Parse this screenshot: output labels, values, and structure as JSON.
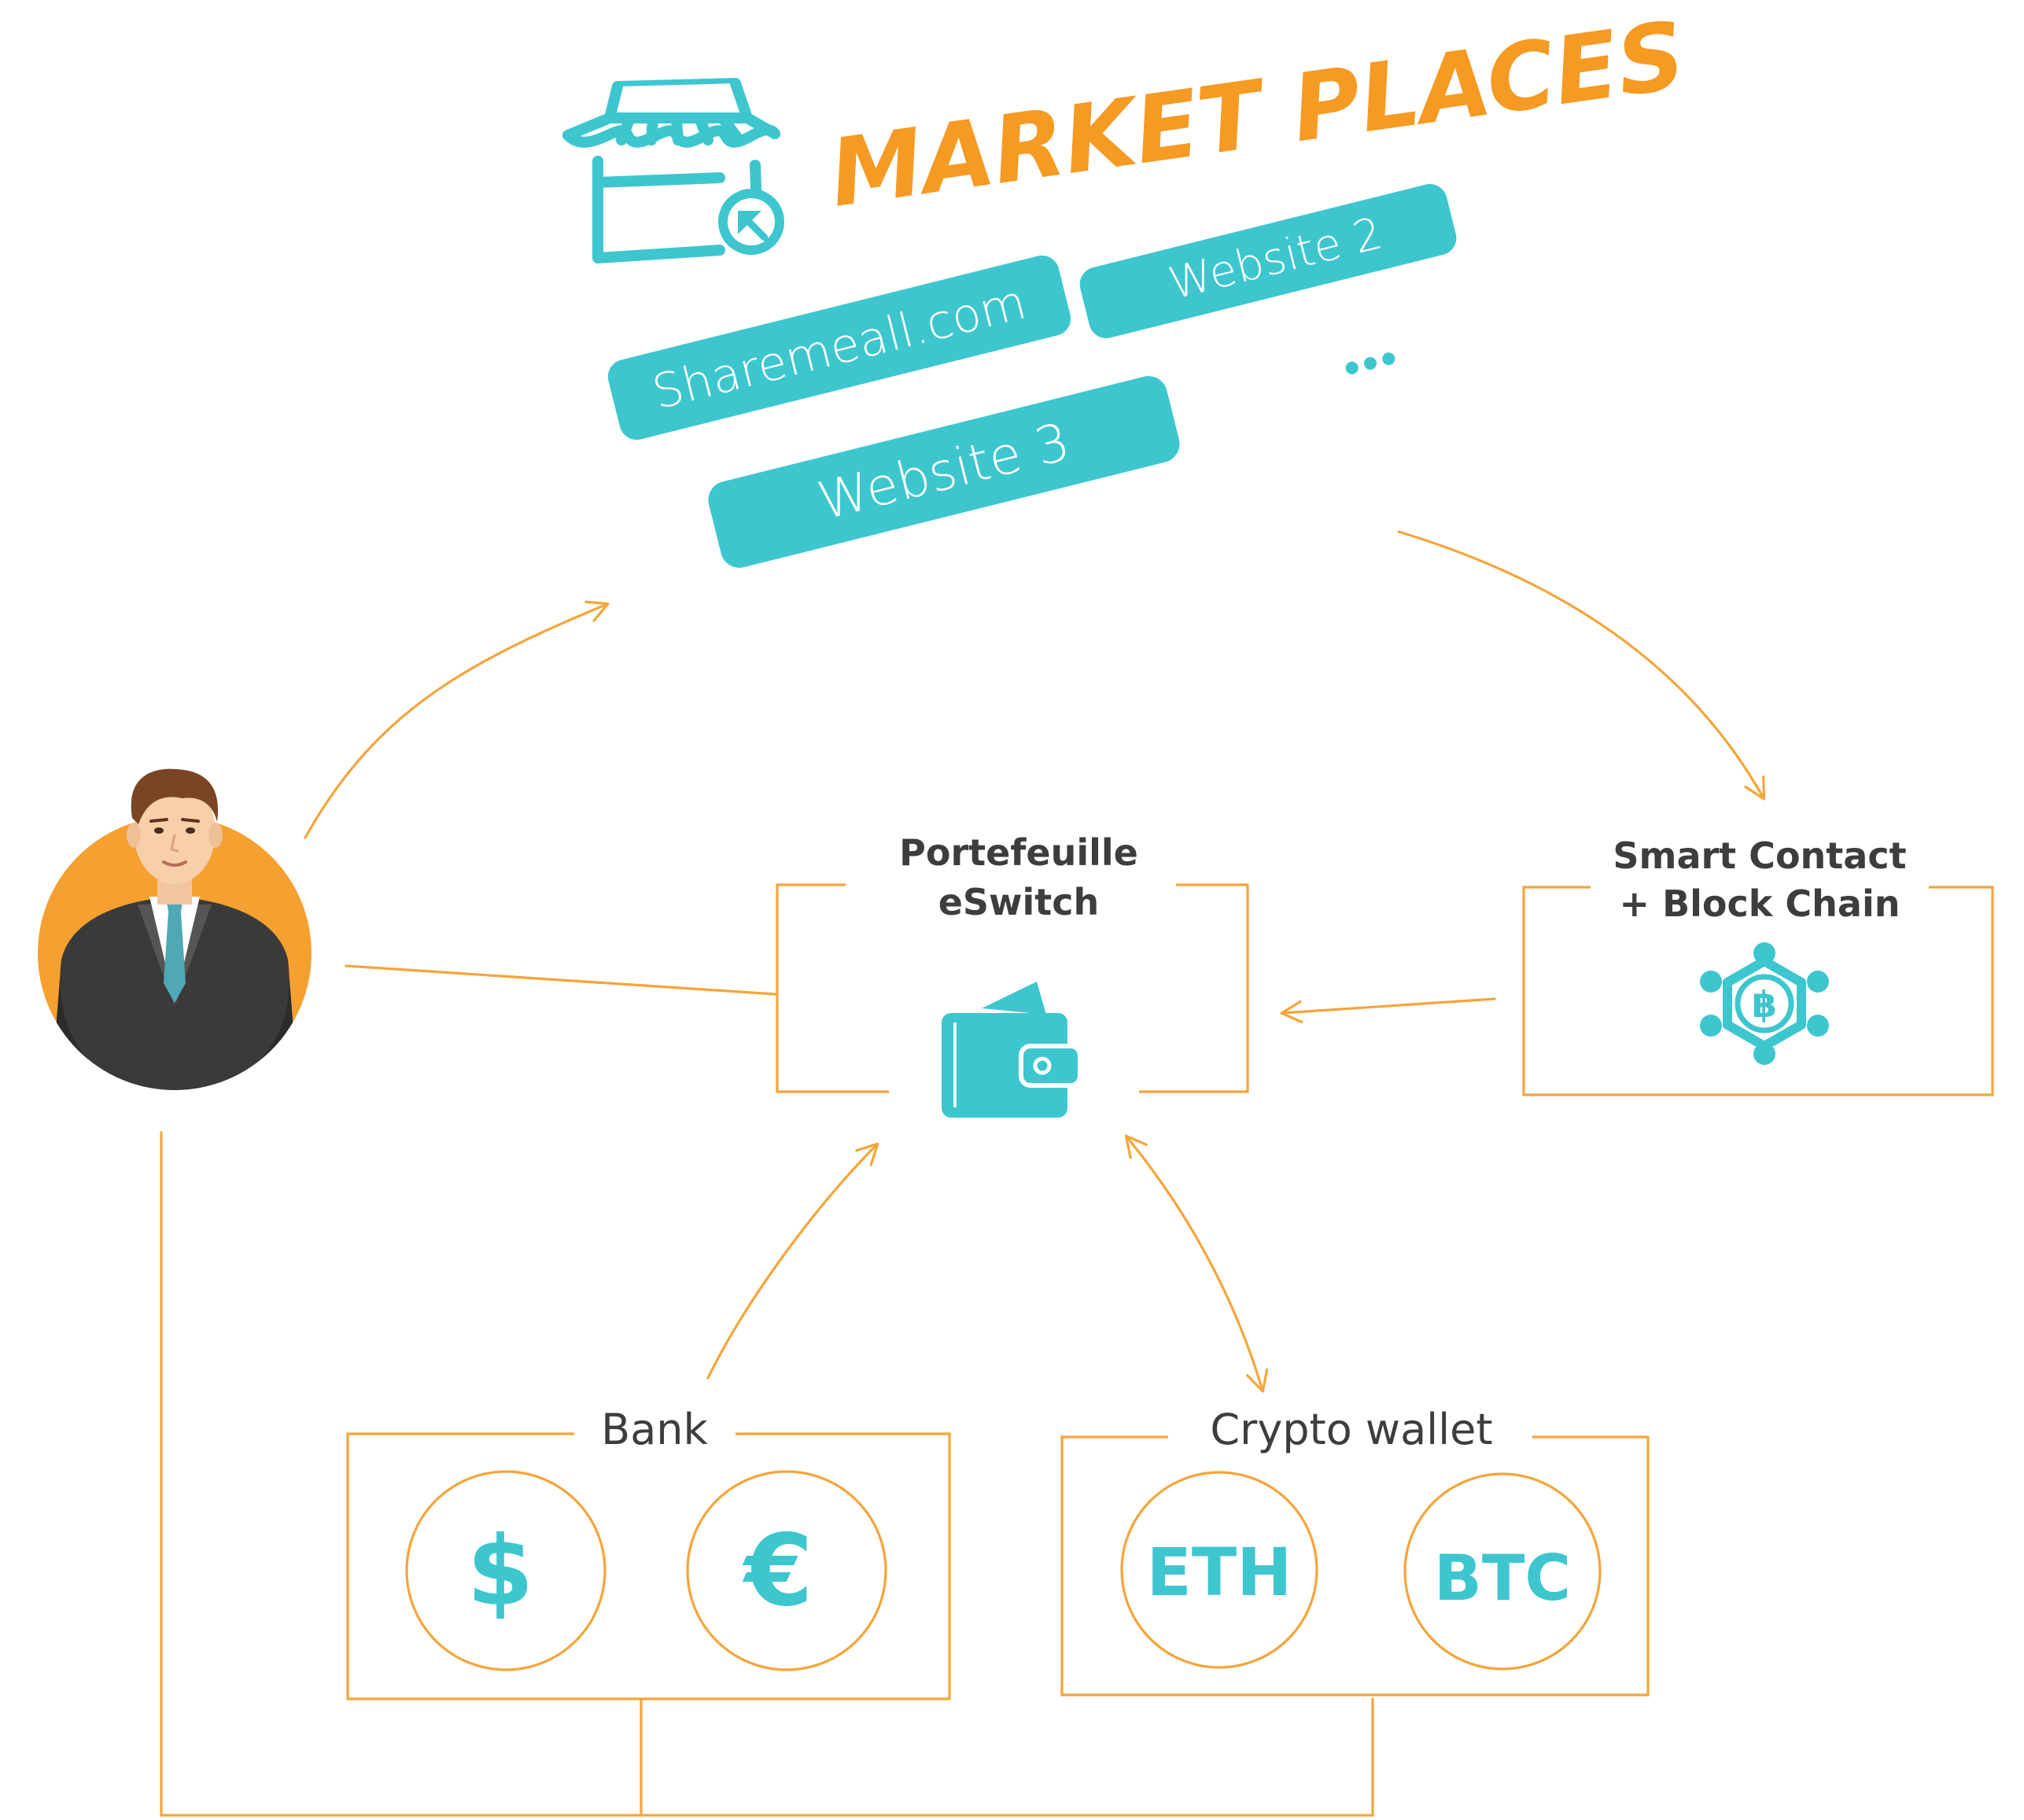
{
  "colors": {
    "accent_orange": "#f5a53a",
    "teal": "#3ec6cf",
    "text_dark": "#3d3d3d",
    "title_orange": "#f59a23"
  },
  "marketplaces": {
    "title": "MARKET PLACES",
    "sites": {
      "site1": "Sharemeall.com",
      "site2": "Website 2",
      "site3": "Website 3",
      "more": "..."
    },
    "icon": "storefront-cursor-icon"
  },
  "nodes": {
    "user": {
      "icon": "businessman-avatar-icon"
    },
    "wallet": {
      "label_line1": "Portefeuille",
      "label_line2": "eSwitch",
      "icon": "wallet-icon"
    },
    "smart_contract": {
      "label_line1": "Smart Contact",
      "label_line2": "+ Block Chain",
      "icon": "bitcoin-network-icon"
    },
    "bank": {
      "label": "Bank",
      "coins": {
        "dollar": "$",
        "euro": "€"
      }
    },
    "crypto": {
      "label": "Crypto wallet",
      "coins": {
        "eth": "ETH",
        "btc": "BTC"
      }
    }
  }
}
